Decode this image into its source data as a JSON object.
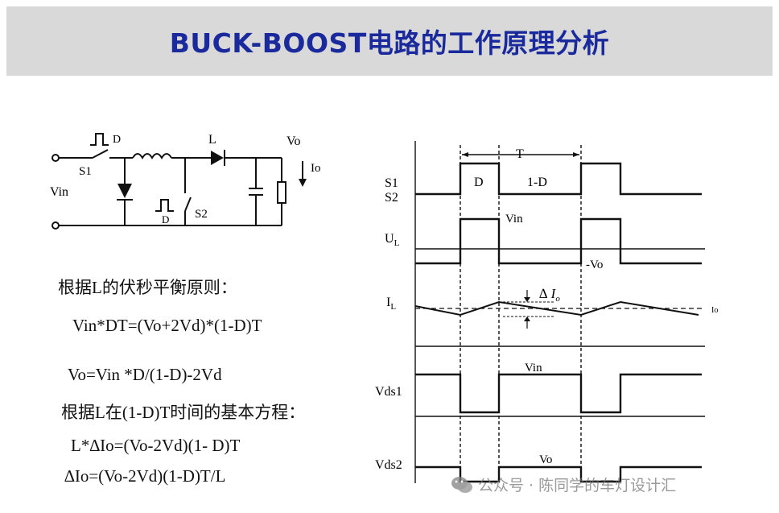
{
  "title": "BUCK-BOOST电路的工作原理分析",
  "circuit": {
    "s1": "S1",
    "d_top": "D",
    "d_bottom": "D",
    "l": "L",
    "vo": "Vo",
    "io": "Io",
    "vin": "Vin",
    "s2": "S2"
  },
  "analysis": {
    "heading1": "根据L的伏秒平衡原则：",
    "eq1": "Vin*DT=(Vo+2Vd)*(1-D)T",
    "eq2": "Vo=Vin *D/(1-D)-2Vd",
    "heading2": "根据L在(1-D)T时间的基本方程：",
    "eq3": "L*∆Io=(Vo-2Vd)(1- D)T",
    "eq4": "∆Io=(Vo-2Vd)(1-D)T/L"
  },
  "waveforms": {
    "period": "T",
    "duty": "D",
    "one_minus_d": "1-D",
    "s1": "S1",
    "s2": "S2",
    "ul": "U",
    "ul_sub": "L",
    "il": "I",
    "il_sub": "L",
    "ul_vin": "Vin",
    "ul_neg_vo": "-Vo",
    "delta_io": "∆ I",
    "delta_io_sub": "o",
    "io_label": "Io",
    "vds1": "Vds1",
    "vds1_vin": "Vin",
    "vds2": "Vds2",
    "vds2_vo": "Vo"
  },
  "watermark": {
    "text": "公众号 · 陈同学的车灯设计汇",
    "icon": "wechat-icon"
  },
  "colors": {
    "title_bg": "#d9d9d9",
    "title_text": "#1a2a9c"
  }
}
